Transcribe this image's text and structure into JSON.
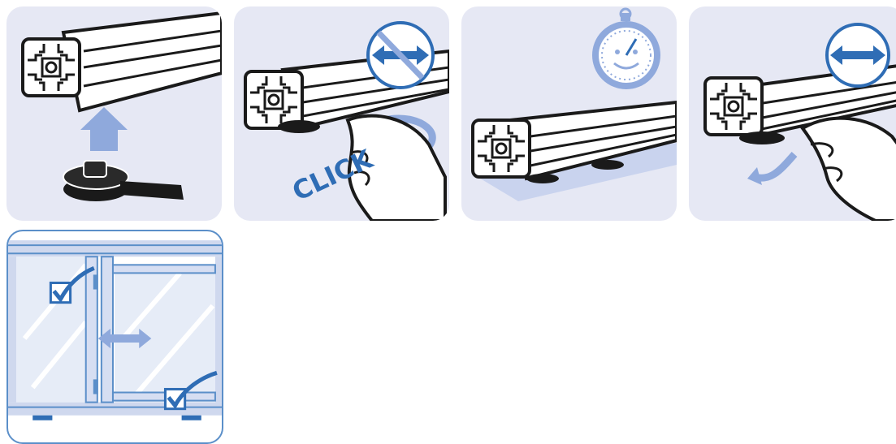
{
  "steps": [
    {
      "id": "step-1"
    },
    {
      "id": "step-2",
      "caption": "CLICK"
    },
    {
      "id": "step-3"
    },
    {
      "id": "step-4"
    },
    {
      "id": "step-5"
    }
  ],
  "icons": {
    "up_arrow": "arrow-up-icon",
    "no_slide": "no-horizontal-movement-icon",
    "timer": "stopwatch-icon",
    "slide": "horizontal-movement-icon",
    "check": "checkmark-icon"
  },
  "colors": {
    "panel_bg": "#e6e8f4",
    "accent_blue": "#2f6db5",
    "light_blue": "#8fa9dc",
    "outline": "#1a1a1a",
    "frame_blue": "#5b8fc9"
  }
}
